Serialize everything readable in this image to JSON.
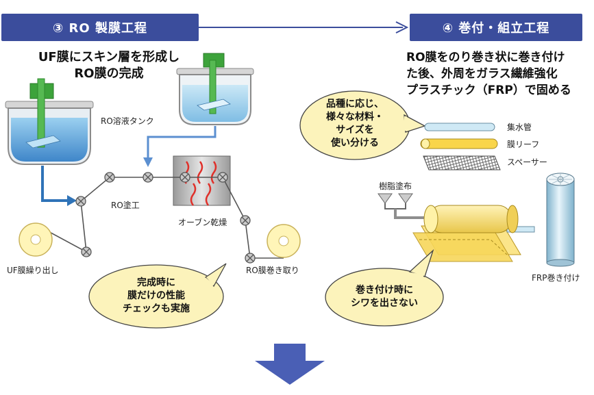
{
  "left_step": {
    "banner": "③ RO 製膜工程",
    "caption_line1": "UF膜にスキン層を形成し",
    "caption_line2": "RO膜の完成",
    "labels": {
      "ro_tank": "RO溶液タンク",
      "ro_coating": "RO塗工",
      "oven_dry": "オーブン乾燥",
      "uf_unwind": "UF膜繰り出し",
      "ro_rewind": "RO膜巻き取り"
    },
    "bubble_line1": "完成時に",
    "bubble_line2": "膜だけの性能",
    "bubble_line3": "チェックも実施"
  },
  "right_step": {
    "banner": "④ 巻付・組立工程",
    "caption_line1": "RO膜をのり巻き状に巻き付け",
    "caption_line2": "た後、外周をガラス繊維強化",
    "caption_line3": "プラスチック（FRP）で固める",
    "bubble_top_line1": "品種に応じ、",
    "bubble_top_line2": "様々な材料・",
    "bubble_top_line3": "サイズを",
    "bubble_top_line4": "使い分ける",
    "labels": {
      "collector_pipe": "集水管",
      "membrane_leaf": "膜リーフ",
      "spacer": "スペーサー",
      "resin_coating": "樹脂塗布",
      "frp_wrap": "FRP巻き付け"
    },
    "bubble_bottom_line1": "巻き付け時に",
    "bubble_bottom_line2": "シワを出さない"
  },
  "colors": {
    "banner": "#3b4d9c",
    "arrow": "#3b4d9c",
    "bubble_fill": "#fcf3bb",
    "roll_yellow": "#f7e48a",
    "pipe_blue": "#cfe9f5",
    "liquid_blue": "#5ba4dc",
    "stirrer_green": "#4db14a",
    "heat_red": "#e0302a"
  }
}
